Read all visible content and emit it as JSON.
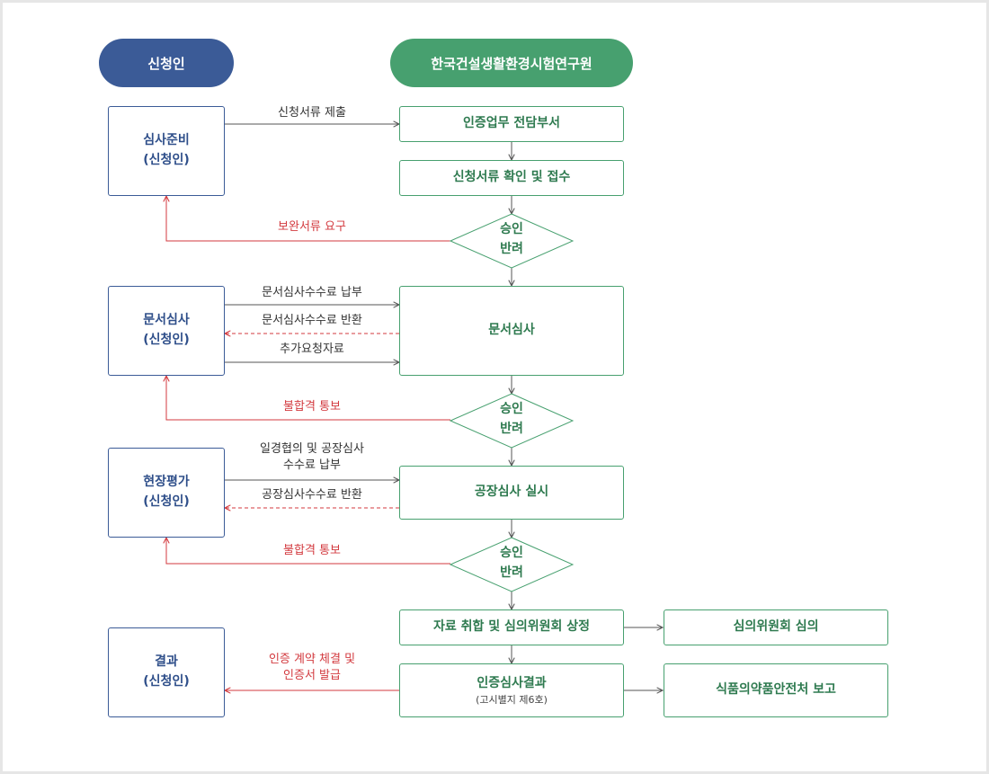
{
  "headers": {
    "applicant": "신청인",
    "institute": "한국건설생활환경시험연구원"
  },
  "applicant_boxes": [
    {
      "title": "심사준비",
      "sub": "(신청인)"
    },
    {
      "title": "문서심사",
      "sub": "(신청인)"
    },
    {
      "title": "현장평가",
      "sub": "(신청인)"
    },
    {
      "title": "결과",
      "sub": "(신청인)"
    }
  ],
  "process_boxes": {
    "cert_dept": "인증업무 전담부서",
    "doc_receipt": "신청서류 확인 및 접수",
    "doc_review": "문서심사",
    "factory_audit": "공장심사 실시",
    "committee_submit": "자료 취합 및 심의위원회 상정",
    "result": "인증심사결과",
    "result_sub": "(고시별지 제6호)"
  },
  "side_boxes": {
    "committee_review": "심의위원회 심의",
    "mfds_report": "식품의약품안전처 보고"
  },
  "decisions": [
    {
      "line1": "승인",
      "line2": "반려"
    },
    {
      "line1": "승인",
      "line2": "반려"
    },
    {
      "line1": "승인",
      "line2": "반려"
    }
  ],
  "arrow_labels": {
    "submit_docs": "신청서류 제출",
    "request_supplement": "보완서류 요구",
    "doc_fee_pay": "문서심사수수료 납부",
    "doc_fee_refund": "문서심사수수료 반환",
    "additional_docs": "추가요청자료",
    "fail_notice_1": "불합격 통보",
    "schedule_line1": "일경협의 및 공장심사",
    "schedule_line2": "수수료 납부",
    "factory_fee_refund": "공장심사수수료 반환",
    "fail_notice_2": "불합격 통보",
    "contract_line1": "인증 계약 체결 및",
    "contract_line2": "인증서 발급"
  },
  "colors": {
    "blue": "#3b5b97",
    "green": "#47a06f",
    "red": "#d33a3f",
    "line": "#555555"
  }
}
